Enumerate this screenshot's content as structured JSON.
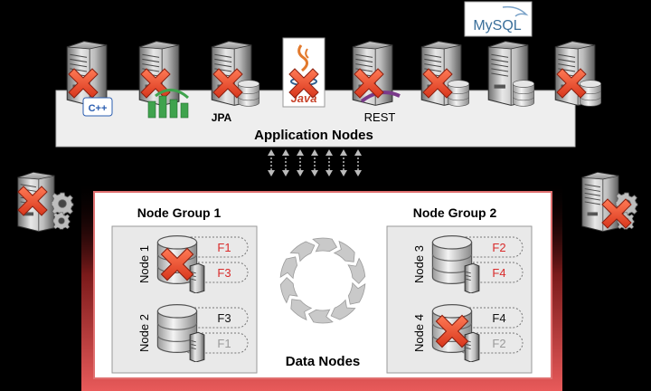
{
  "application_nodes": {
    "title": "Application Nodes",
    "labels": {
      "jpa": "JPA",
      "rest": "REST",
      "cpp": "C++",
      "java": "Java",
      "mysql": "MySQL"
    }
  },
  "data_nodes": {
    "title": "Data Nodes",
    "groups": [
      {
        "title": "Node Group 1",
        "nodes": [
          {
            "name": "Node 1",
            "fragments": [
              "F1",
              "F3"
            ],
            "failed": true
          },
          {
            "name": "Node 2",
            "fragments": [
              "F3",
              "F1"
            ],
            "failed": false
          }
        ]
      },
      {
        "title": "Node Group 2",
        "nodes": [
          {
            "name": "Node 3",
            "fragments": [
              "F2",
              "F4"
            ],
            "failed": false
          },
          {
            "name": "Node 4",
            "fragments": [
              "F4",
              "F2"
            ],
            "failed": true
          }
        ]
      }
    ]
  },
  "colors": {
    "failure_x": "#e8472c",
    "primary_fragment": "#d92b2b",
    "replica_fragment": "#9a9a9a",
    "panel_border": "#f07a7a",
    "app_bar": "#eeeeee"
  }
}
